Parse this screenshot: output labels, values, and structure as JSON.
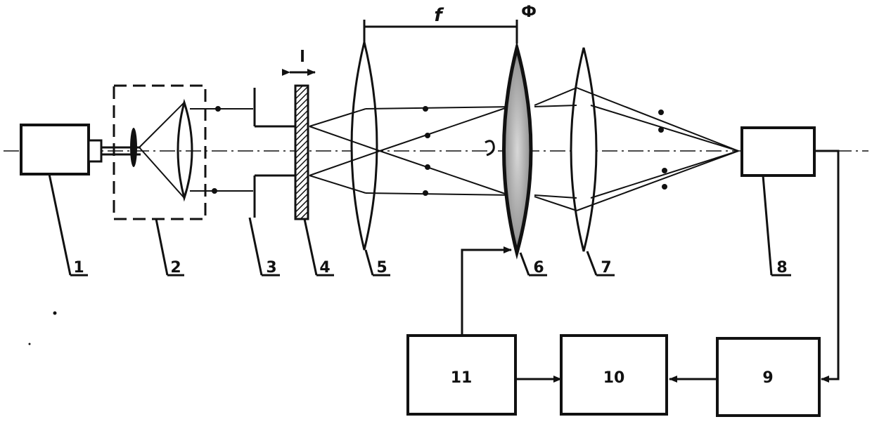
{
  "labels": {
    "source": "1",
    "expander": "2",
    "aperture": "3",
    "sample": "4",
    "lens_front": "5",
    "lens_test": "6",
    "lens_rear": "7",
    "detector": "8",
    "block_9": "9",
    "block_10": "10",
    "block_11": "11",
    "focal_length": "f",
    "sample_motion": "l",
    "test_lens_mark": "Ф"
  },
  "colors": {
    "ink": "#111111",
    "lens_fill": "#8f8f8f",
    "background": "#ffffff"
  }
}
